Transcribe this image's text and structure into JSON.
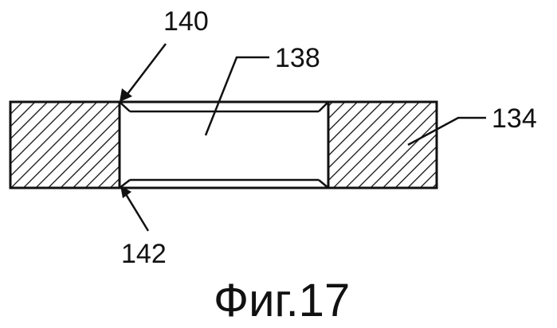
{
  "labels": {
    "ref_140": "140",
    "ref_138": "138",
    "ref_134": "134",
    "ref_142": "142"
  },
  "caption": "Фиг.17",
  "colors": {
    "ink": "#111111",
    "background": "#ffffff"
  }
}
